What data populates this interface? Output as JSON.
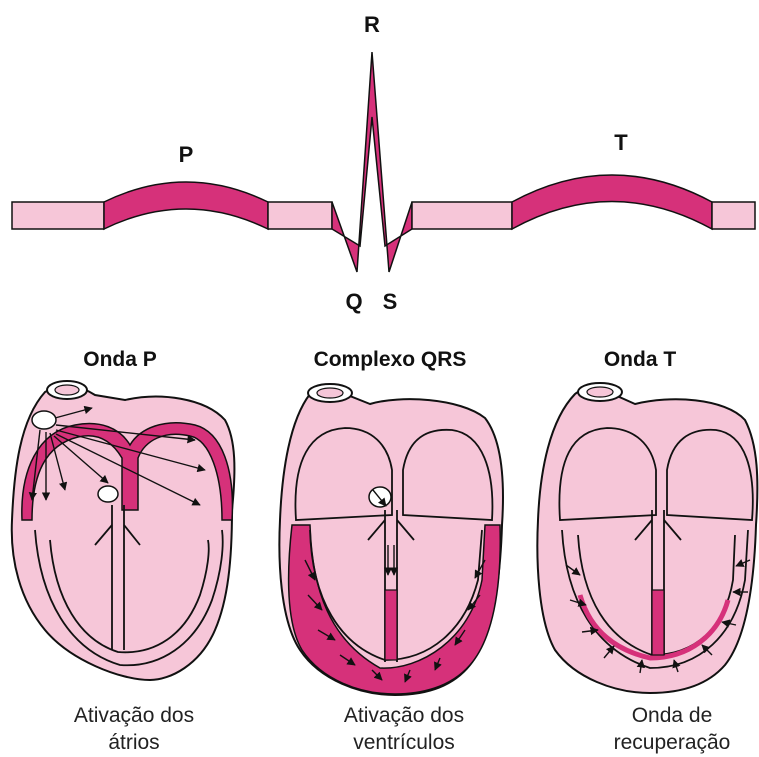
{
  "colors": {
    "light_pink": "#f6c6d8",
    "magenta": "#d6317a",
    "outline": "#111111"
  },
  "ecg": {
    "labels": {
      "p": "P",
      "r": "R",
      "q": "Q",
      "s": "S",
      "t": "T"
    }
  },
  "panels": [
    {
      "title": "Onda P",
      "caption_line1": "Ativação dos",
      "caption_line2": "átrios"
    },
    {
      "title": "Complexo QRS",
      "caption_line1": "Ativação dos",
      "caption_line2": "ventrículos"
    },
    {
      "title": "Onda T",
      "caption_line1": "Onda de",
      "caption_line2": "recuperação"
    }
  ]
}
